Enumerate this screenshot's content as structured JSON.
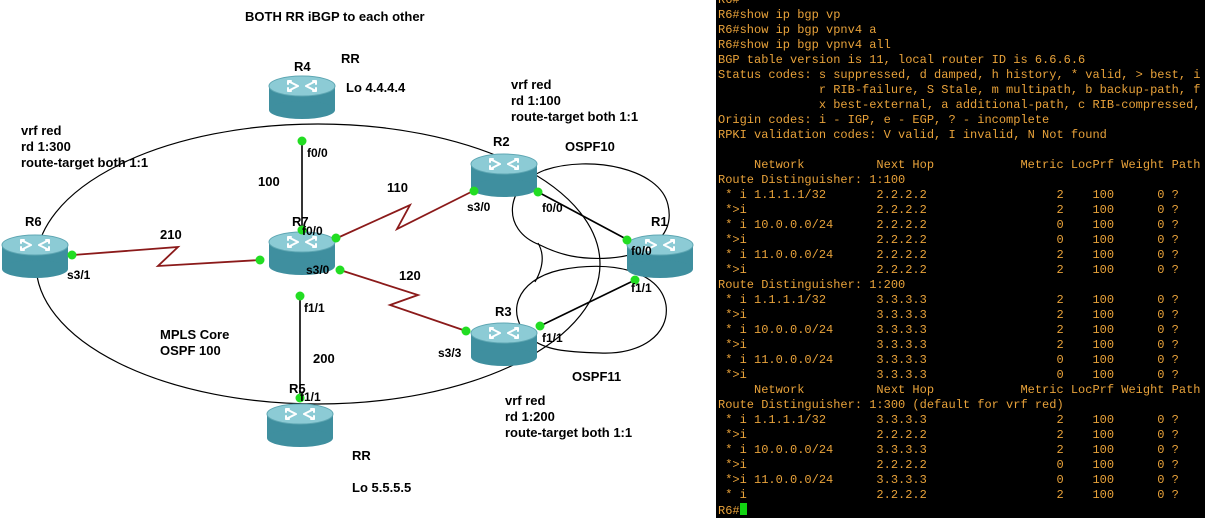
{
  "diagram": {
    "title": "BOTH RR iBGP to each other",
    "routers": [
      {
        "id": "R4",
        "label": "R4"
      },
      {
        "id": "R7",
        "label": "R7"
      },
      {
        "id": "R2",
        "label": "R2"
      },
      {
        "id": "R1",
        "label": "R1"
      },
      {
        "id": "R3",
        "label": "R3"
      },
      {
        "id": "R6",
        "label": "R6"
      },
      {
        "id": "R5",
        "label": "R5"
      }
    ],
    "notes": {
      "r4_role": "RR",
      "r4_loopback": "Lo 4.4.4.4",
      "r5_role": "RR",
      "r5_loopback": "Lo 5.5.5.5",
      "mpls_core_line1": "MPLS Core",
      "mpls_core_line2": "OSPF 100",
      "ospf10": "OSPF10",
      "ospf11": "OSPF11"
    },
    "vrf_blocks": {
      "r6": [
        "vrf red",
        "rd 1:300",
        "route-target both 1:1"
      ],
      "r2": [
        "vrf red",
        "rd 1:100",
        "route-target both 1:1"
      ],
      "r3": [
        "vrf red",
        "rd 1:200",
        "route-target both 1:1"
      ]
    },
    "link_costs": {
      "r4_r7": "100",
      "r7_r2": "110",
      "r6_r7": "210",
      "r7_r3": "120",
      "r7_r5": "200"
    },
    "interfaces": {
      "r4_f00": "f0/0",
      "r7_f00": "f0/0",
      "r2_s30": "s3/0",
      "r2_f00": "f0/0",
      "r1_f00": "f0/0",
      "r1_f11": "f1/1",
      "r6_s31": "s3/1",
      "r7_s30": "s3/0",
      "r7_f11": "f1/1",
      "r3_s33": "s3/3",
      "r3_f11": "f1/1",
      "r5_f11": "f1/1"
    },
    "colors": {
      "router_fill": "#3f8f9f",
      "router_top": "#8ccbd5",
      "port_dot": "#22dd22",
      "serial_link": "#8b1a1a",
      "ethernet_link": "#000000"
    }
  },
  "terminal": {
    "lines": [
      "R6#",
      "R6#show ip bgp vp",
      "R6#show ip bgp vpnv4 a",
      "R6#show ip bgp vpnv4 all",
      "BGP table version is 11, local router ID is 6.6.6.6",
      "Status codes: s suppressed, d damped, h history, * valid, > best, i -",
      "              r RIB-failure, S Stale, m multipath, b backup-path, f RT",
      "              x best-external, a additional-path, c RIB-compressed,",
      "Origin codes: i - IGP, e - EGP, ? - incomplete",
      "RPKI validation codes: V valid, I invalid, N Not found",
      "",
      "     Network          Next Hop            Metric LocPrf Weight Path",
      "Route Distinguisher: 1:100",
      " * i 1.1.1.1/32       2.2.2.2                  2    100      0 ?",
      " *>i                  2.2.2.2                  2    100      0 ?",
      " * i 10.0.0.0/24      2.2.2.2                  0    100      0 ?",
      " *>i                  2.2.2.2                  0    100      0 ?",
      " * i 11.0.0.0/24      2.2.2.2                  2    100      0 ?",
      " *>i                  2.2.2.2                  2    100      0 ?",
      "Route Distinguisher: 1:200",
      " * i 1.1.1.1/32       3.3.3.3                  2    100      0 ?",
      " *>i                  3.3.3.3                  2    100      0 ?",
      " * i 10.0.0.0/24      3.3.3.3                  2    100      0 ?",
      " *>i                  3.3.3.3                  2    100      0 ?",
      " * i 11.0.0.0/24      3.3.3.3                  0    100      0 ?",
      " *>i                  3.3.3.3                  0    100      0 ?",
      "     Network          Next Hop            Metric LocPrf Weight Path",
      "Route Distinguisher: 1:300 (default for vrf red)",
      " * i 1.1.1.1/32       3.3.3.3                  2    100      0 ?",
      " *>i                  2.2.2.2                  2    100      0 ?",
      " * i 10.0.0.0/24      3.3.3.3                  2    100      0 ?",
      " *>i                  2.2.2.2                  0    100      0 ?",
      " *>i 11.0.0.0/24      3.3.3.3                  0    100      0 ?",
      " * i                  2.2.2.2                  2    100      0 ?"
    ],
    "prompt": "R6#",
    "text_color": "#e8a23a",
    "cursor_color": "#12d312"
  }
}
